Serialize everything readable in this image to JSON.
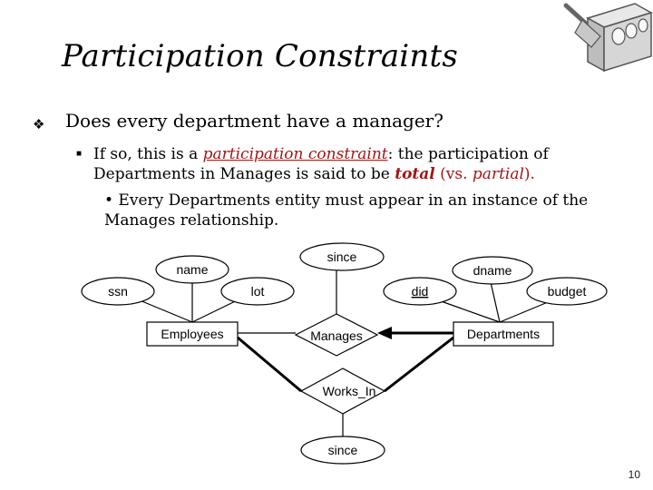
{
  "title": "Participation Constraints",
  "bullet1": "Does every department have a manager?",
  "bullet2": {
    "pre": "If so, this is a ",
    "term": "participation constraint",
    "mid": ":  the participation of Departments in Manages is said to be ",
    "total": "total",
    "vs_open": " (vs. ",
    "partial": "partial",
    "close": ")."
  },
  "bullet3": "• Every Departments entity must appear in an instance of the Manages relationship.",
  "diagram": {
    "entities": {
      "employees": "Employees",
      "departments": "Departments"
    },
    "relationships": {
      "manages": "Manages",
      "works_in": "Works_In"
    },
    "attributes": {
      "ssn": "ssn",
      "name": "name",
      "lot": "lot",
      "manages_since": "since",
      "did": "did",
      "dname": "dname",
      "budget": "budget",
      "works_in_since": "since"
    }
  },
  "page_number": "10",
  "colors": {
    "emphasis": "#a31515"
  }
}
